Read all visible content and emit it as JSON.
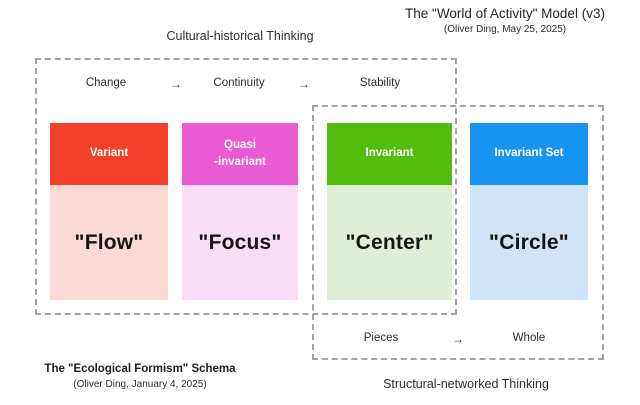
{
  "title": {
    "text": "The \"World of Activity\" Model (v3)",
    "subtitle": "(Oliver Ding, May 25, 2025)"
  },
  "cultural_group": {
    "label": "Cultural-historical Thinking",
    "terms": {
      "change": "Change",
      "continuity": "Continuity",
      "stability": "Stability"
    },
    "arrow": "→"
  },
  "structural_group": {
    "label": "Structural-networked Thinking",
    "terms": {
      "pieces": "Pieces",
      "whole": "Whole"
    },
    "arrow": "→"
  },
  "columns": [
    {
      "header": "Variant",
      "body": "\"Flow\"",
      "header_color": "#f4402a",
      "body_color": "#fbd9d5"
    },
    {
      "header": "Quasi\n-invariant",
      "body": "\"Focus\"",
      "header_color": "#e95ad3",
      "body_color": "#fadef5"
    },
    {
      "header": "Invariant",
      "body": "\"Center\"",
      "header_color": "#54bb0f",
      "body_color": "#dfeed4"
    },
    {
      "header": "Invariant Set",
      "body": "\"Circle\"",
      "header_color": "#1794f2",
      "body_color": "#cfe4f9"
    }
  ],
  "caption": {
    "text": "The \"Ecological Formism\" Schema",
    "subtitle": "(Oliver Ding, January 4, 2025)"
  },
  "style": {
    "dash_color": "#a3a3a3",
    "background": "#ffffff"
  }
}
